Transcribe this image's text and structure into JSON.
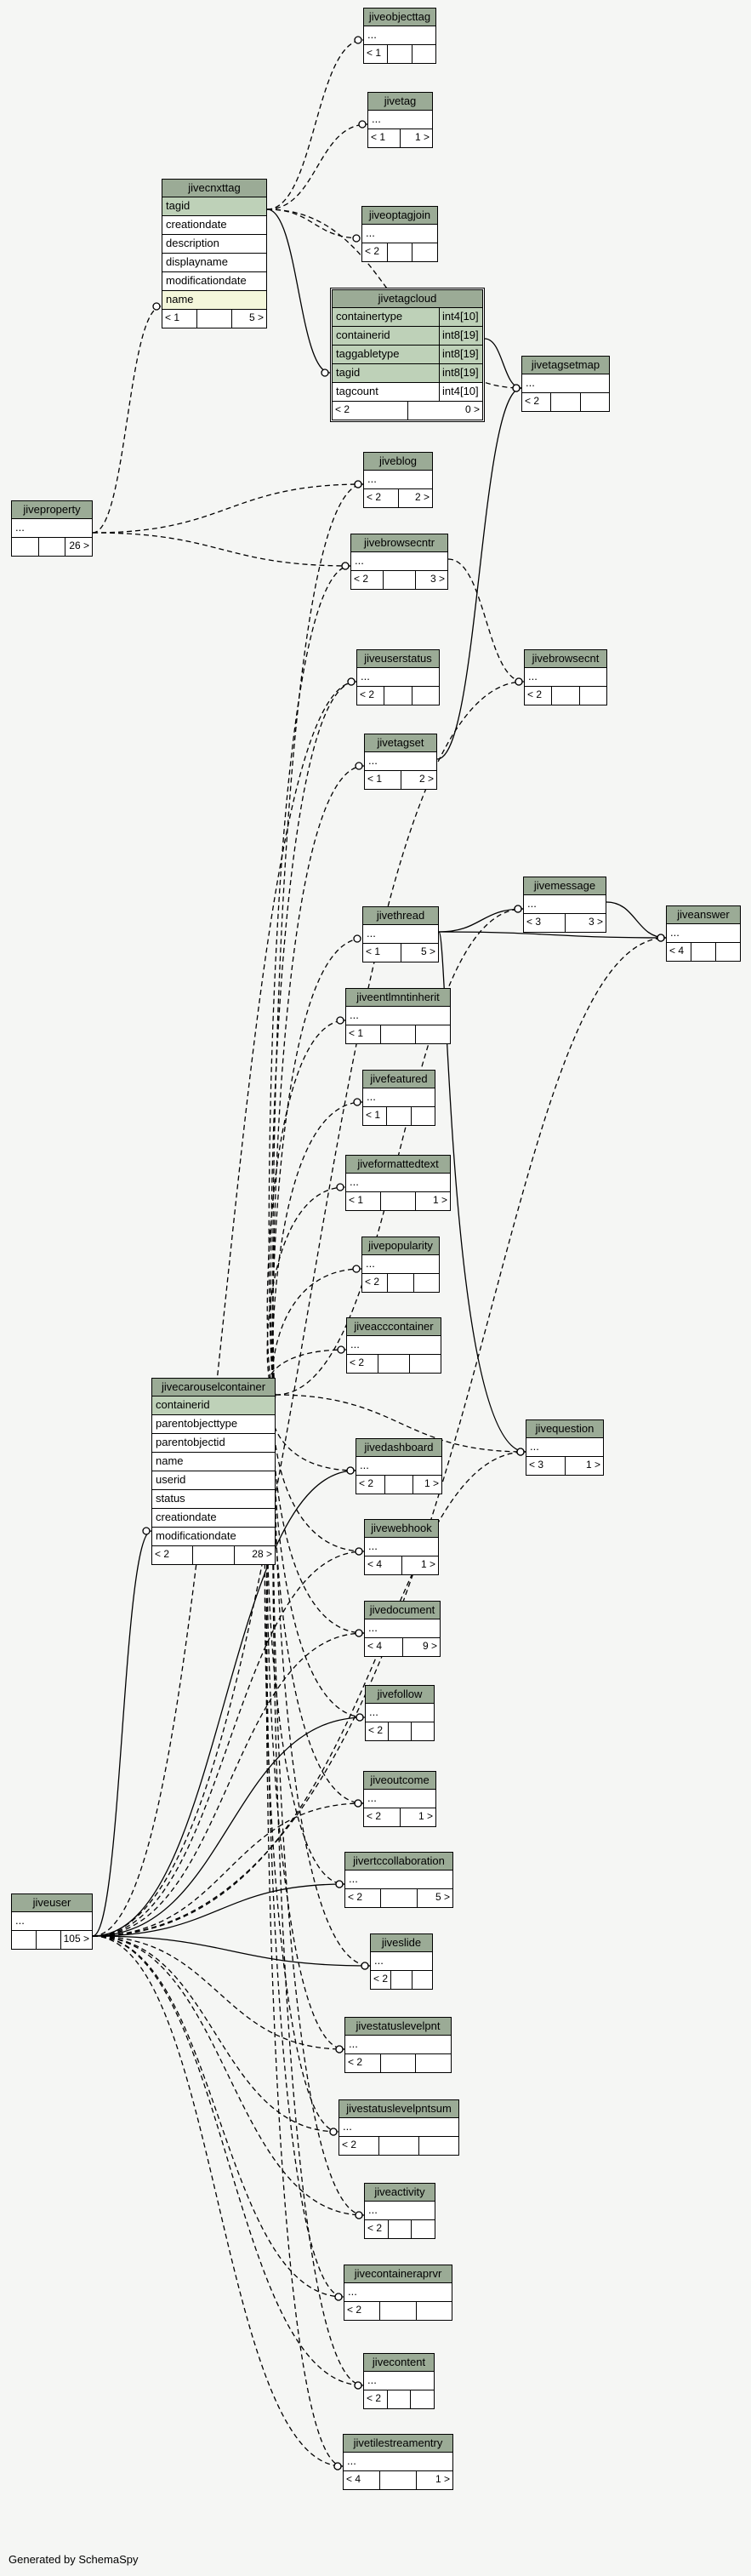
{
  "footer": "Generated by SchemaSpy",
  "tables": {
    "jiveobjecttag": {
      "name": "jiveobjecttag",
      "rows": [
        "..."
      ],
      "foot": [
        "< 1",
        "",
        ""
      ]
    },
    "jivetag": {
      "name": "jivetag",
      "rows": [
        "..."
      ],
      "foot": [
        "< 1",
        "1 >"
      ]
    },
    "jivecnxttag": {
      "name": "jivecnxttag",
      "rows": [
        "tagid",
        "creationdate",
        "description",
        "displayname",
        "modificationdate",
        "name"
      ],
      "foot": [
        "< 1",
        "",
        "5 >"
      ]
    },
    "jiveoptagjoin": {
      "name": "jiveoptagjoin",
      "rows": [
        "..."
      ],
      "foot": [
        "< 2",
        "",
        ""
      ]
    },
    "jivetagcloud": {
      "name": "jivetagcloud",
      "rows": [
        "containertype",
        "containerid",
        "taggabletype",
        "tagid",
        "tagcount"
      ],
      "types": [
        "int4[10]",
        "int8[19]",
        "int8[19]",
        "int8[19]",
        "int4[10]"
      ],
      "foot": [
        "< 2",
        "0 >"
      ]
    },
    "jivetagsetmap": {
      "name": "jivetagsetmap",
      "rows": [
        "..."
      ],
      "foot": [
        "< 2",
        "",
        ""
      ]
    },
    "jiveproperty": {
      "name": "jiveproperty",
      "rows": [
        "..."
      ],
      "foot": [
        "",
        "",
        "26 >"
      ]
    },
    "jiveblog": {
      "name": "jiveblog",
      "rows": [
        "..."
      ],
      "foot": [
        "< 2",
        "2 >"
      ]
    },
    "jivebrowsecntr": {
      "name": "jivebrowsecntr",
      "rows": [
        "..."
      ],
      "foot": [
        "< 2",
        "",
        "3 >"
      ]
    },
    "jivebrowsecnt": {
      "name": "jivebrowsecnt",
      "rows": [
        "..."
      ],
      "foot": [
        "< 2",
        "",
        ""
      ]
    },
    "jiveuserstatus": {
      "name": "jiveuserstatus",
      "rows": [
        "..."
      ],
      "foot": [
        "< 2",
        "",
        ""
      ]
    },
    "jivetagset": {
      "name": "jivetagset",
      "rows": [
        "..."
      ],
      "foot": [
        "< 1",
        "2 >"
      ]
    },
    "jivemessage": {
      "name": "jivemessage",
      "rows": [
        "..."
      ],
      "foot": [
        "< 3",
        "3 >"
      ]
    },
    "jiveanswer": {
      "name": "jiveanswer",
      "rows": [
        "..."
      ],
      "foot": [
        "< 4",
        "",
        ""
      ]
    },
    "jivethread": {
      "name": "jivethread",
      "rows": [
        "..."
      ],
      "foot": [
        "< 1",
        "5 >"
      ]
    },
    "jiveentitmntinherit": {
      "name": "jiveentlmntinherit",
      "rows": [
        "..."
      ],
      "foot": [
        "< 1",
        "",
        ""
      ]
    },
    "jivefeatured": {
      "name": "jivefeatured",
      "rows": [
        "..."
      ],
      "foot": [
        "< 1",
        "",
        ""
      ]
    },
    "jiveformattedtext": {
      "name": "jiveformattedtext",
      "rows": [
        "..."
      ],
      "foot": [
        "< 1",
        "",
        "1 >"
      ]
    },
    "jivepopularity": {
      "name": "jivepopularity",
      "rows": [
        "..."
      ],
      "foot": [
        "< 2",
        "",
        ""
      ]
    },
    "jiveacccontainer": {
      "name": "jiveacccontainer",
      "rows": [
        "..."
      ],
      "foot": [
        "< 2",
        "",
        ""
      ]
    },
    "jivecarouselcontainer": {
      "name": "jivecarouselcontainer",
      "rows": [
        "containerid",
        "parentobjecttype",
        "parentobjectid",
        "name",
        "userid",
        "status",
        "creationdate",
        "modificationdate"
      ],
      "foot": [
        "< 2",
        "",
        "28 >"
      ]
    },
    "jivequestion": {
      "name": "jivequestion",
      "rows": [
        "..."
      ],
      "foot": [
        "< 3",
        "1 >"
      ]
    },
    "jivedashboard": {
      "name": "jivedashboard",
      "rows": [
        "..."
      ],
      "foot": [
        "< 2",
        "",
        "1 >"
      ]
    },
    "jivewebhook": {
      "name": "jivewebhook",
      "rows": [
        "..."
      ],
      "foot": [
        "< 4",
        "1 >"
      ]
    },
    "jivedocument": {
      "name": "jivedocument",
      "rows": [
        "..."
      ],
      "foot": [
        "< 4",
        "9 >"
      ]
    },
    "jivefollow": {
      "name": "jivefollow",
      "rows": [
        "..."
      ],
      "foot": [
        "< 2",
        "",
        ""
      ]
    },
    "jiveoutcome": {
      "name": "jiveoutcome",
      "rows": [
        "..."
      ],
      "foot": [
        "< 2",
        "1 >"
      ]
    },
    "jivertccollaboration": {
      "name": "jivertccollaboration",
      "rows": [
        "..."
      ],
      "foot": [
        "< 2",
        "",
        "5 >"
      ]
    },
    "jiveuser": {
      "name": "jiveuser",
      "rows": [
        "..."
      ],
      "foot": [
        "",
        "",
        "105 >"
      ]
    },
    "jiveslide": {
      "name": "jiveslide",
      "rows": [
        "..."
      ],
      "foot": [
        "< 2",
        "",
        ""
      ]
    },
    "jivestatuslevelpnt": {
      "name": "jivestatuslevelpnt",
      "rows": [
        "..."
      ],
      "foot": [
        "< 2",
        "",
        ""
      ]
    },
    "jivestatuslevelpntsum": {
      "name": "jivestatuslevelpntsum",
      "rows": [
        "..."
      ],
      "foot": [
        "< 2",
        "",
        ""
      ]
    },
    "jiveactivity": {
      "name": "jiveactivity",
      "rows": [
        "..."
      ],
      "foot": [
        "< 2",
        "",
        ""
      ]
    },
    "jivecontainerapprvr": {
      "name": "jivecontaineraprvr",
      "rows": [
        "..."
      ],
      "foot": [
        "< 2",
        "",
        ""
      ]
    },
    "jivecontent": {
      "name": "jivecontent",
      "rows": [
        "..."
      ],
      "foot": [
        "< 2",
        "",
        ""
      ]
    },
    "jivetilestreamentry": {
      "name": "jivetilestreamentry",
      "rows": [
        "..."
      ],
      "foot": [
        "< 4",
        "",
        "1 >"
      ]
    }
  }
}
